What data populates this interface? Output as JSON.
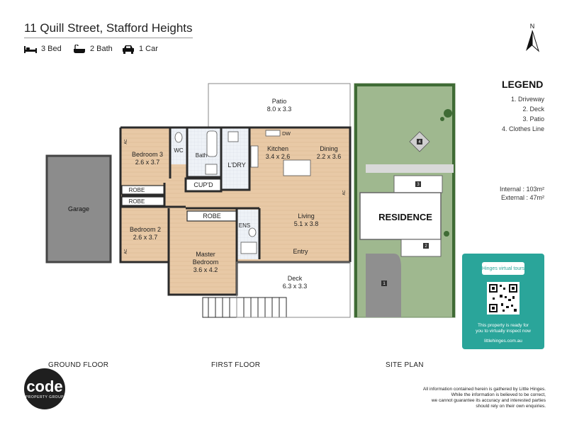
{
  "header": {
    "address": "11 Quill Street, Stafford Heights",
    "beds": "3 Bed",
    "baths": "2 Bath",
    "cars": "1 Car"
  },
  "compass": {
    "label": "N"
  },
  "floor_plan": {
    "garage": "Garage",
    "patio": {
      "name": "Patio",
      "dims": "8.0 x 3.3"
    },
    "bedroom3": {
      "name": "Bedroom 3",
      "dims": "2.6 x 3.7"
    },
    "wc": "WC",
    "bath": "Bath",
    "ldry": "L'DRY",
    "cupd": "CUP'D",
    "kitchen": {
      "name": "Kitchen",
      "dims": "3.4 x 2.6"
    },
    "dw": "DW",
    "dining": {
      "name": "Dining",
      "dims": "2.2 x 3.6"
    },
    "robe": "ROBE",
    "robe_b3": "ROBE",
    "robe_b2": "ROBE",
    "ens": "ENS",
    "living": {
      "name": "Living",
      "dims": "5.1 x 3.8"
    },
    "bedroom2": {
      "name": "Bedroom 2",
      "dims": "2.6 x 3.7"
    },
    "master": {
      "name": "Master Bedroom",
      "name_line1": "Master",
      "name_line2": "Bedroom",
      "dims": "3.6 x 4.2"
    },
    "entry": "Entry",
    "deck": {
      "name": "Deck",
      "dims": "6.3 x 3.3"
    },
    "ac": "AC"
  },
  "site_plan": {
    "residence": "RESIDENCE",
    "markers": [
      "1",
      "2",
      "3",
      "4"
    ]
  },
  "labels": {
    "ground_floor": "GROUND  FLOOR",
    "first_floor": "FIRST FLOOR",
    "site_plan": "SITE PLAN"
  },
  "legend": {
    "title": "LEGEND",
    "items": [
      "1. Driveway",
      "2. Deck",
      "3. Patio",
      "4. Clothes Line"
    ]
  },
  "areas": {
    "internal": "Internal  : 103m²",
    "external": "External  :  47m²"
  },
  "virtual_tour": {
    "logo_text": "Hinges",
    "brand": "virtual tours",
    "ready_line1": "This property is ready for",
    "ready_line2": "you to virtually inspect now",
    "url": "littlehinges.com.au"
  },
  "agency": {
    "name": "code",
    "tagline": "PROPERTY GROUP"
  },
  "disclaimer": {
    "line1": "All information contained herein is gathered by Little Hinges.",
    "line2": "While the information is believed to be correct,",
    "line3": "we cannot guarantee its accuracy and interested parties",
    "line4": "should rely on their own enquiries."
  },
  "colors": {
    "floor_wood": "#e8c9a6",
    "wet_area": "#eef2f7",
    "garage": "#8c8c8c",
    "lawn": "#9fb88f",
    "accent": "#2aa59a",
    "wall": "#2b2b2b"
  }
}
